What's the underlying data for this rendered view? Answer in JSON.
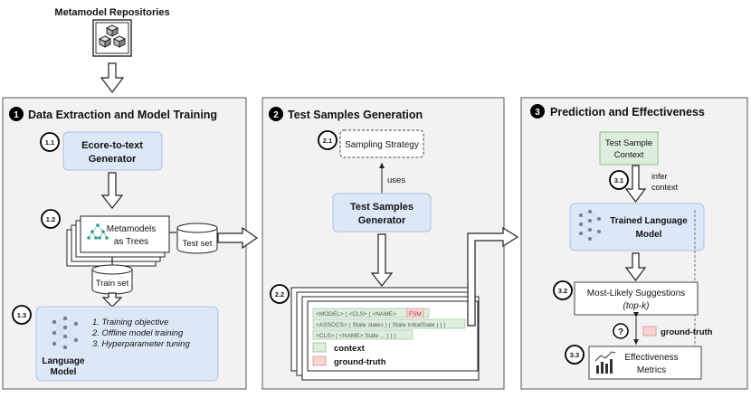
{
  "repositories": {
    "title": "Metamodel Repositories"
  },
  "panels": [
    {
      "number": "1",
      "title": "Data Extraction and Model Training"
    },
    {
      "number": "2",
      "title": "Test Samples Generation"
    },
    {
      "number": "3",
      "title": "Prediction and Effectiveness"
    }
  ],
  "steps": {
    "s11": "1.1",
    "s12": "1.2",
    "s13": "1.3",
    "s21": "2.1",
    "s22": "2.2",
    "s31": "3.1",
    "s32": "3.2",
    "s33": "3.3"
  },
  "panel1": {
    "ecore_line1": "Ecore-to-text",
    "ecore_line2": "Generator",
    "trees_line1": "Metamodels",
    "trees_line2": "as Trees",
    "test_set": "Test set",
    "train_set": "Train set",
    "lm_line1": "Language",
    "lm_line2": "Model",
    "tasks": [
      "1. Training objective",
      "2. Offline model training",
      "3. Hyperparameter tuning"
    ]
  },
  "panel2": {
    "strategy": "Sampling Strategy",
    "uses": "uses",
    "gen_line1": "Test Samples",
    "gen_line2": "Generator",
    "sample": {
      "line1": {
        "context": "<MODEL> ( <CLS> ( <NAME>",
        "truth": "FSM"
      },
      "line2": "<ASSOCS> ( State states ) ( State initialState ) ) )",
      "line3": "<CLS> ( <NAME> State ... ) ) )"
    },
    "legend_context": "context",
    "legend_truth": "ground-truth"
  },
  "panel3": {
    "ctx_line1": "Test Sample",
    "ctx_line2": "Context",
    "infer_line1": "infer",
    "infer_line2": "context",
    "tlm_line1": "Trained Language",
    "tlm_line2": "Model",
    "sugg_line1": "Most-Likely Suggestions",
    "sugg_line2": "(top-k)",
    "question": "?",
    "truth": "ground-truth",
    "eff_line1": "Effectiveness",
    "eff_line2": "Metrics"
  },
  "colors": {
    "blue_fill": "#dde8f7",
    "blue_stroke": "#a9c1e6",
    "green_fill": "#ddeedd",
    "pink_fill": "#f6d4d4",
    "panel_fill": "#f2f2f2"
  }
}
